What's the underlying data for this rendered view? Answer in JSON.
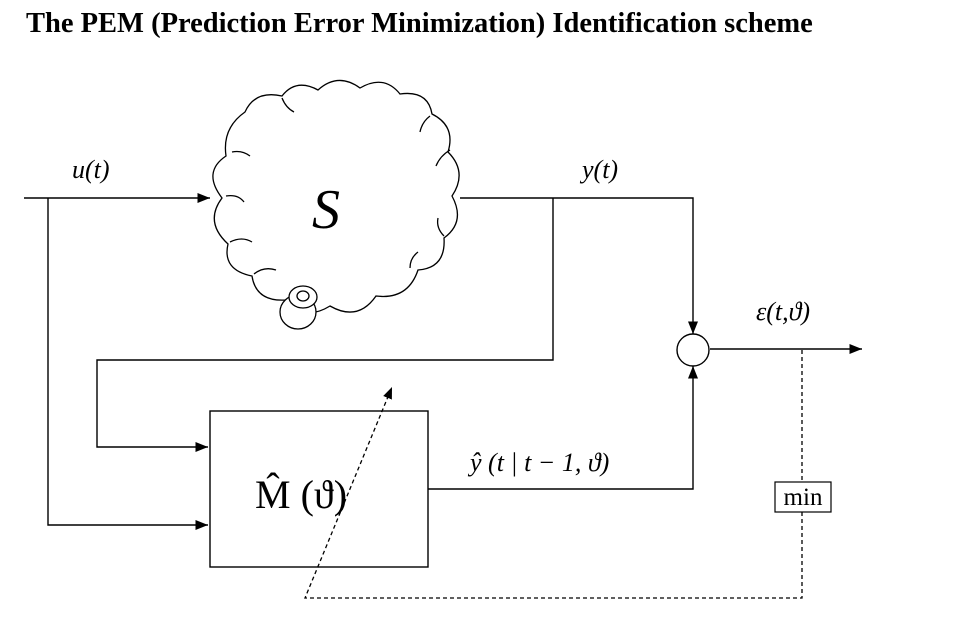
{
  "title": "The PEM (Prediction Error Minimization) Identification scheme",
  "diagram": {
    "input_signal": "u(t)",
    "system_label": "S",
    "output_signal": "y(t)",
    "error_signal": "ε(t,ϑ)",
    "model_label": "M̂ (ϑ)",
    "prediction_signal": "ŷ (t | t − 1, ϑ)",
    "criterion_label": "min"
  }
}
